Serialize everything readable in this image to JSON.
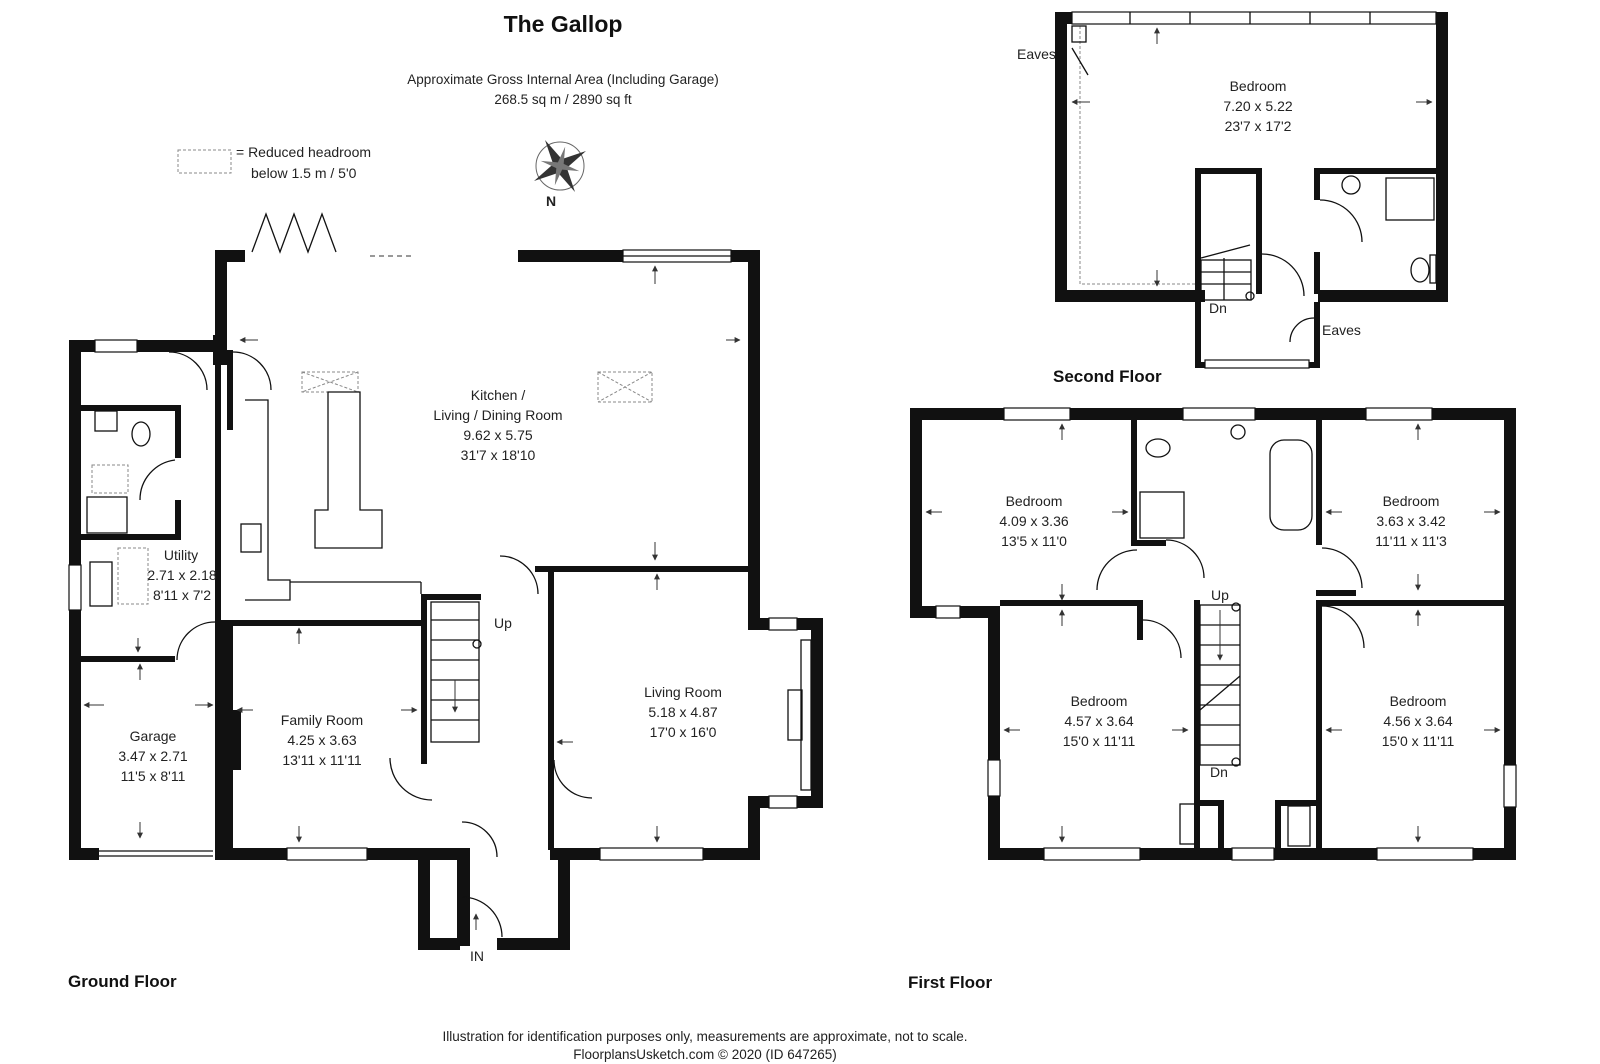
{
  "title": "The Gallop",
  "area": {
    "line1": "Approximate Gross Internal Area (Including Garage)",
    "line2": "268.5 sq m / 2890 sq ft"
  },
  "legend": {
    "line1": "=  Reduced headroom",
    "line2": "below 1.5 m / 5'0"
  },
  "compass": {
    "label": "N",
    "icon": "compass-rose-icon"
  },
  "floors": {
    "ground": "Ground Floor",
    "first": "First Floor",
    "second": "Second Floor"
  },
  "rooms": {
    "kitchen": {
      "name1": "Kitchen /",
      "name2": "Living / Dining Room",
      "metric": "9.62 x 5.75",
      "imperial": "31'7 x 18'10"
    },
    "utility": {
      "name": "Utility",
      "metric": "2.71 x 2.18",
      "imperial": "8'11 x 7'2"
    },
    "garage": {
      "name": "Garage",
      "metric": "3.47 x 2.71",
      "imperial": "11'5 x 8'11"
    },
    "family": {
      "name": "Family Room",
      "metric": "4.25 x 3.63",
      "imperial": "13'11 x 11'11"
    },
    "living": {
      "name": "Living Room",
      "metric": "5.18 x 4.87",
      "imperial": "17'0 x 16'0"
    },
    "bed_ff_nw": {
      "name": "Bedroom",
      "metric": "4.09 x 3.36",
      "imperial": "13'5 x 11'0"
    },
    "bed_ff_ne": {
      "name": "Bedroom",
      "metric": "3.63 x 3.42",
      "imperial": "11'11 x 11'3"
    },
    "bed_ff_sw": {
      "name": "Bedroom",
      "metric": "4.57 x 3.64",
      "imperial": "15'0 x 11'11"
    },
    "bed_ff_se": {
      "name": "Bedroom",
      "metric": "4.56 x 3.64",
      "imperial": "15'0 x 11'11"
    },
    "bed_sf": {
      "name": "Bedroom",
      "metric": "7.20 x 5.22",
      "imperial": "23'7 x 17'2"
    }
  },
  "labels": {
    "up_ground": "Up",
    "in": "IN",
    "up_first": "Up",
    "dn_first": "Dn",
    "dn_second": "Dn",
    "eaves_top": "Eaves",
    "eaves_bottom": "Eaves"
  },
  "footer": {
    "line1": "Illustration for identification purposes only, measurements are approximate, not to scale.",
    "line2": "FloorplansUsketch.com © 2020 (ID 647265)"
  }
}
